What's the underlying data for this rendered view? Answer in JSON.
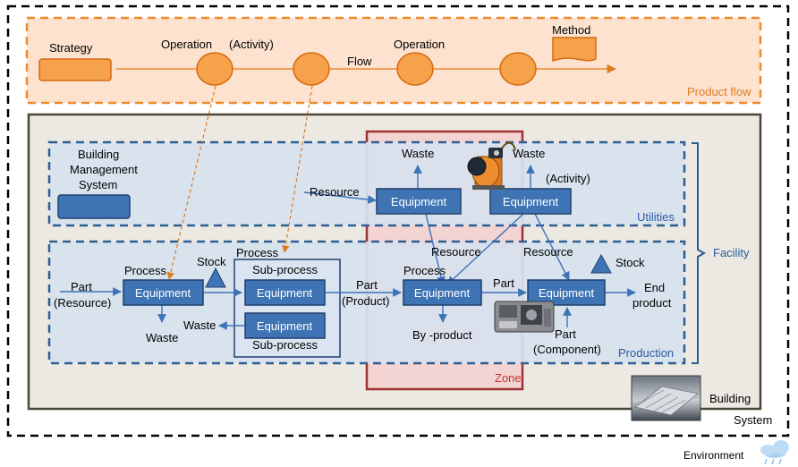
{
  "colors": {
    "equipment_fill": "#3f74b4",
    "equipment_stroke": "#1f3f6e",
    "operation_fill": "#f6a24a",
    "operation_stroke": "#d66a10",
    "product_flow_bg": "#fde3cf",
    "product_flow_border": "#ee8a2d",
    "building_bg": "#ebe9e2",
    "building_border": "#4b4738",
    "zone_fill": "#f4d3d3",
    "zone_border": "#a03232",
    "dashed_blue": "#2e5d93",
    "panel_blue": "#d7e2ee",
    "arrow_blue": "#3c73b8",
    "label_blue": "#2d5aa0",
    "label_orange": "#e07a1e",
    "label_red": "#c0392b",
    "dashed_orange_line": "#e07a1e"
  },
  "labels": {
    "system": "System",
    "environment": "Environment",
    "building": "Building",
    "facility": "Facility",
    "zone": "Zone",
    "utilities": "Utilities",
    "production": "Production",
    "product_flow": "Product flow",
    "strategy": "Strategy",
    "operation_activity": "Operation",
    "activity_paren": "(Activity)",
    "flow": "Flow",
    "operation": "Operation",
    "method": "Method",
    "bms_line1": "Building",
    "bms_line2": "Management",
    "bms_line3": "System",
    "waste": "Waste",
    "resource": "Resource",
    "activity_util": "(Activity)",
    "process": "Process",
    "stock": "Stock",
    "sub_process": "Sub-process",
    "part": "Part",
    "resource_paren": "(Resource)",
    "product_paren": "(Product)",
    "by_product": "By -product",
    "end_product_line1": "End",
    "end_product_line2": "product",
    "component_paren": "(Component)"
  },
  "equipment_label": "Equipment",
  "equipment_boxes": [
    {
      "id": "utility-equipment-1"
    },
    {
      "id": "utility-equipment-2"
    },
    {
      "id": "production-equipment-1"
    },
    {
      "id": "subprocess-equipment-1"
    },
    {
      "id": "subprocess-equipment-2"
    },
    {
      "id": "production-equipment-3"
    },
    {
      "id": "production-equipment-4"
    }
  ],
  "icons": {
    "pump": "water-pump-icon",
    "machine": "industrial-machine-icon",
    "building_photo": "building-photo-icon",
    "cloud": "rain-cloud-icon"
  }
}
